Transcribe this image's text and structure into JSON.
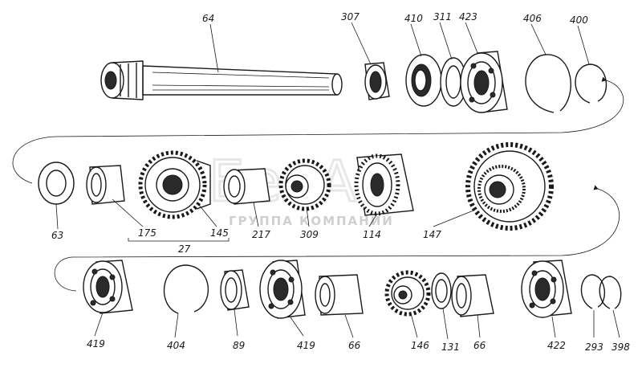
{
  "watermark": {
    "text": "ГРУППА КОМПАНИЙ",
    "logo_letters": "БелАЗ"
  },
  "labels": {
    "n64": "64",
    "n307": "307",
    "n410": "410",
    "n311": "311",
    "n423": "423",
    "n406": "406",
    "n400": "400",
    "n63": "63",
    "n175": "175",
    "n27": "27",
    "n145": "145",
    "n217": "217",
    "n309": "309",
    "n114": "114",
    "n147": "147",
    "n419a": "419",
    "n404": "404",
    "n89": "89",
    "n419b": "419",
    "n66a": "66",
    "n146": "146",
    "n131": "131",
    "n66b": "66",
    "n422": "422",
    "n293": "293",
    "n398": "398"
  }
}
